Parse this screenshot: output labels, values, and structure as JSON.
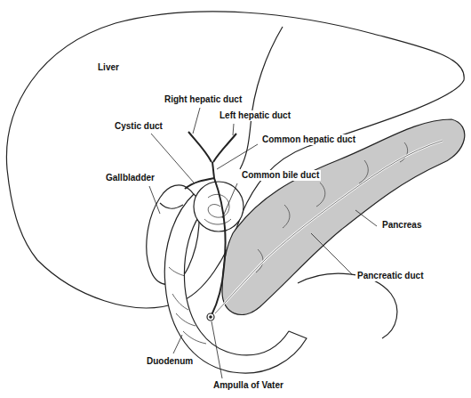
{
  "diagram": {
    "labels": [
      "Liver",
      "Right hepatic duct",
      "Left hepatic duct",
      "Cystic duct",
      "Common hepatic duct",
      "Gallbladder",
      "Common bile duct",
      "Pancreas",
      "Pancreatic duct",
      "Duodenum",
      "Ampulla of Vater"
    ]
  }
}
